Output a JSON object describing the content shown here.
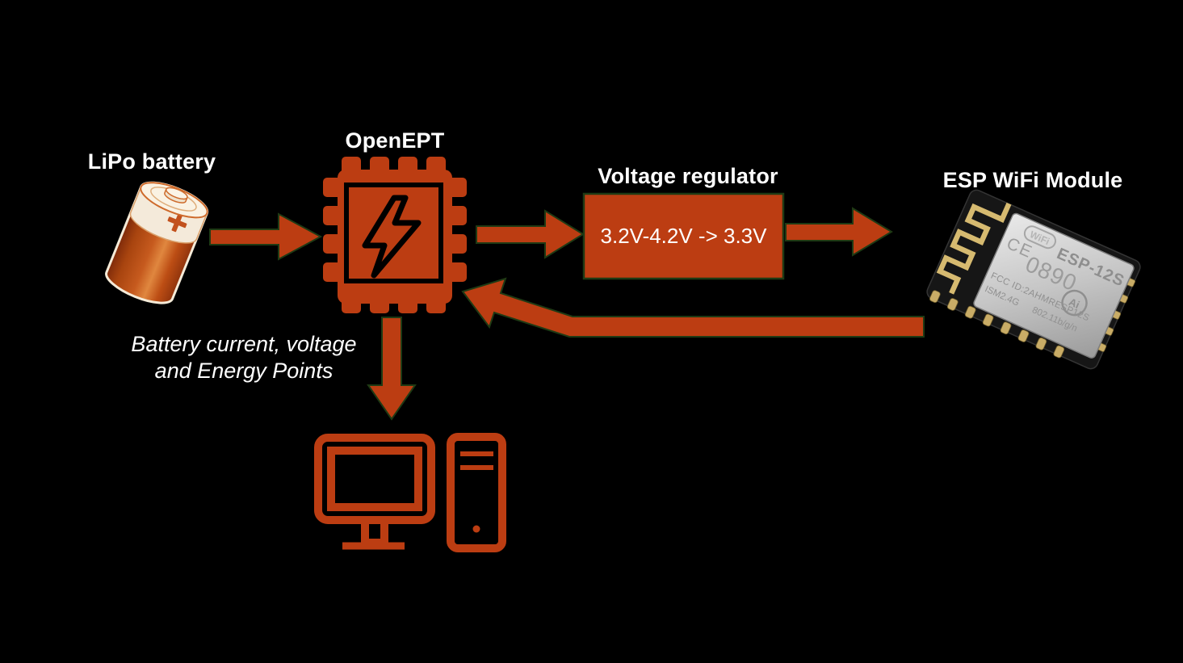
{
  "colors": {
    "background": "#000000",
    "accent_orange": "#BC3D12",
    "shape_outline_green": "#1F3A14",
    "text": "#FFFFFF"
  },
  "labels": {
    "battery": "LiPo battery",
    "chip": "OpenEPT",
    "regulator": "Voltage regulator",
    "esp": "ESP WiFi Module"
  },
  "regulator": {
    "value": "3.2V-4.2V -> 3.3V"
  },
  "caption": {
    "line1": "Battery current, voltage",
    "line2": "and Energy Points"
  },
  "esp_module": {
    "badge": "WiFi",
    "model": "ESP-12S",
    "ce_mark": "CE",
    "ce_number": "0890",
    "fcc": "FCC ID:2AHMRESP12S",
    "ism": "ISM2.4G",
    "wifi_standard": "802.11b/g/n",
    "maker": "Ai"
  }
}
